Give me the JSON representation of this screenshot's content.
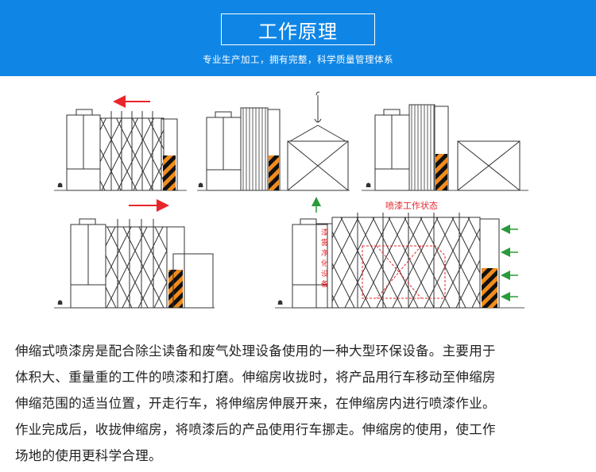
{
  "header": {
    "title": "工作原理",
    "subtitle": "专业生产加工，拥有完整，科学质量管理体系"
  },
  "diagram": {
    "spray_label": "喷漆工作状态",
    "filter_label": [
      "漆",
      "雾",
      "净",
      "化",
      "设",
      "备"
    ]
  },
  "description": {
    "lines": [
      "伸缩式喷漆房是配合除尘读备和废气处理设备使用的一种大型环保设备。主要用于",
      "体积大、重量重的工件的喷漆和打磨。伸缩房收拢时，将产品用行车移动至伸缩房",
      "伸缩范围的适当位置，开走行车，将伸缩房伸展开来，在伸缩房内进行喷漆作业。",
      "作业完成后，收拢伸缩房，将喷漆后的产品使用行车挪走。伸缩房的使用，使工作",
      "场地的使用更科学合理。"
    ]
  },
  "colors": {
    "banner": "#0f86e6",
    "arrow_red": "#e8262b",
    "arrow_green": "#2a9a3a",
    "hazard": "#f28c1c",
    "line": "#333333"
  }
}
